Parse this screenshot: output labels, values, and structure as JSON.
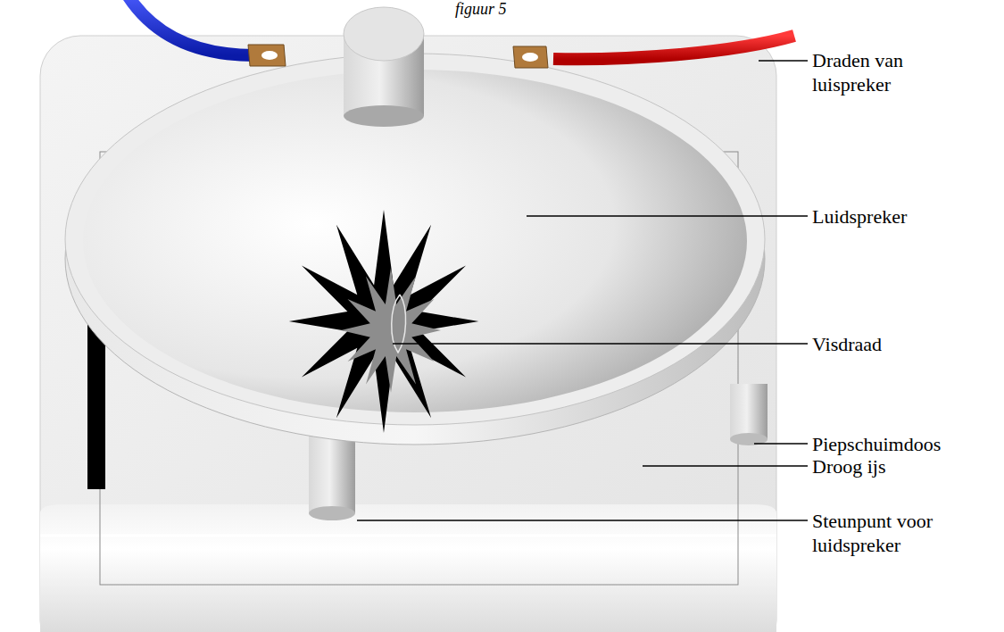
{
  "diagram": {
    "title": "figuur 5",
    "labels": [
      "Draden van luispreker",
      "Luidspreker",
      "Visdraad",
      "Piepschuimdoos",
      "Droog ijs",
      "Steunpunt voor luidspreker"
    ]
  }
}
